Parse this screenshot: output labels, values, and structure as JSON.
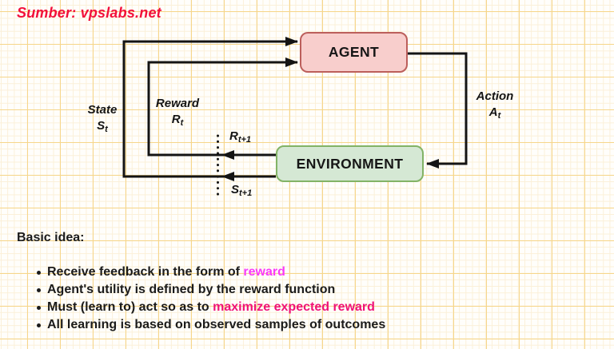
{
  "source": {
    "label": "Sumber: vpslabs.net",
    "color": "#f2103a"
  },
  "diagram": {
    "agent": {
      "label": "AGENT",
      "fill": "#f8cecc",
      "border": "#bc5f5b"
    },
    "environment": {
      "label": "ENVIRONMENT",
      "fill": "#d5e8d4",
      "border": "#82b366"
    },
    "line_color": "#141414",
    "labels": {
      "state": {
        "word": "State",
        "sym": "S",
        "sub": "t"
      },
      "reward": {
        "word": "Reward",
        "sym": "R",
        "sub": "t"
      },
      "action": {
        "word": "Action",
        "sym": "A",
        "sub": "t"
      },
      "reward_next": {
        "sym": "R",
        "sub": "t+1"
      },
      "state_next": {
        "sym": "S",
        "sub": "t+1"
      }
    }
  },
  "notes": {
    "heading": "Basic idea:",
    "text_color": "#1b1b1b",
    "highlight_magenta": "#f93af9",
    "highlight_pink": "#ef1278",
    "bullets": [
      {
        "segments": [
          {
            "text": "Receive feedback in the form of ",
            "color": "#1b1b1b"
          },
          {
            "text": "reward",
            "color": "#f93af9"
          }
        ]
      },
      {
        "segments": [
          {
            "text": "Agent's utility is defined by the reward function",
            "color": "#1b1b1b"
          }
        ]
      },
      {
        "segments": [
          {
            "text": "Must (learn to) act so as to ",
            "color": "#1b1b1b"
          },
          {
            "text": "maximize expected reward",
            "color": "#ef1278"
          }
        ]
      },
      {
        "segments": [
          {
            "text": "All learning is based on observed samples of outcomes",
            "color": "#1b1b1b"
          }
        ]
      }
    ]
  }
}
